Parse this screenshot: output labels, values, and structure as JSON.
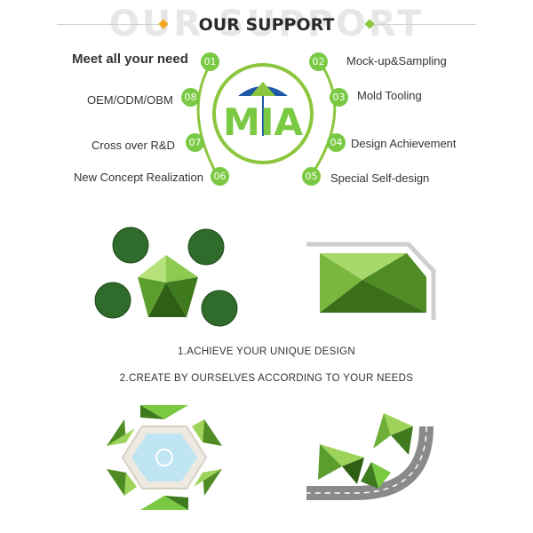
{
  "header": {
    "watermark": "OUR SUPPORT",
    "title": "OUR SUPPORT",
    "accent_left": "#f5a623",
    "accent_right": "#8cc63f"
  },
  "logo": {
    "text": "MIA",
    "ring_color": "#8cc63f",
    "umbrella_color": "#1e5aa8"
  },
  "support_items": [
    {
      "num": "01",
      "label": "Meet all your need"
    },
    {
      "num": "02",
      "label": "Mock-up&Sampling"
    },
    {
      "num": "03",
      "label": "Mold Tooling"
    },
    {
      "num": "04",
      "label": "Design Achievement"
    },
    {
      "num": "05",
      "label": "Special Self-design"
    },
    {
      "num": "06",
      "label": "New Concept Realization"
    },
    {
      "num": "07",
      "label": "Cross over R&D"
    },
    {
      "num": "08",
      "label": "OEM/ODM/OBM"
    }
  ],
  "captions": {
    "line1": "1.ACHIEVE YOUR UNIQUE DESIGN",
    "line2": "2.CREATE BY OURSELVES ACCORDING TO YOUR NEEDS"
  },
  "colors": {
    "green_light": "#9fd45a",
    "green_dark": "#3f7a1e",
    "tree": "#2f6b2a",
    "pool": "#bfe4f2"
  }
}
